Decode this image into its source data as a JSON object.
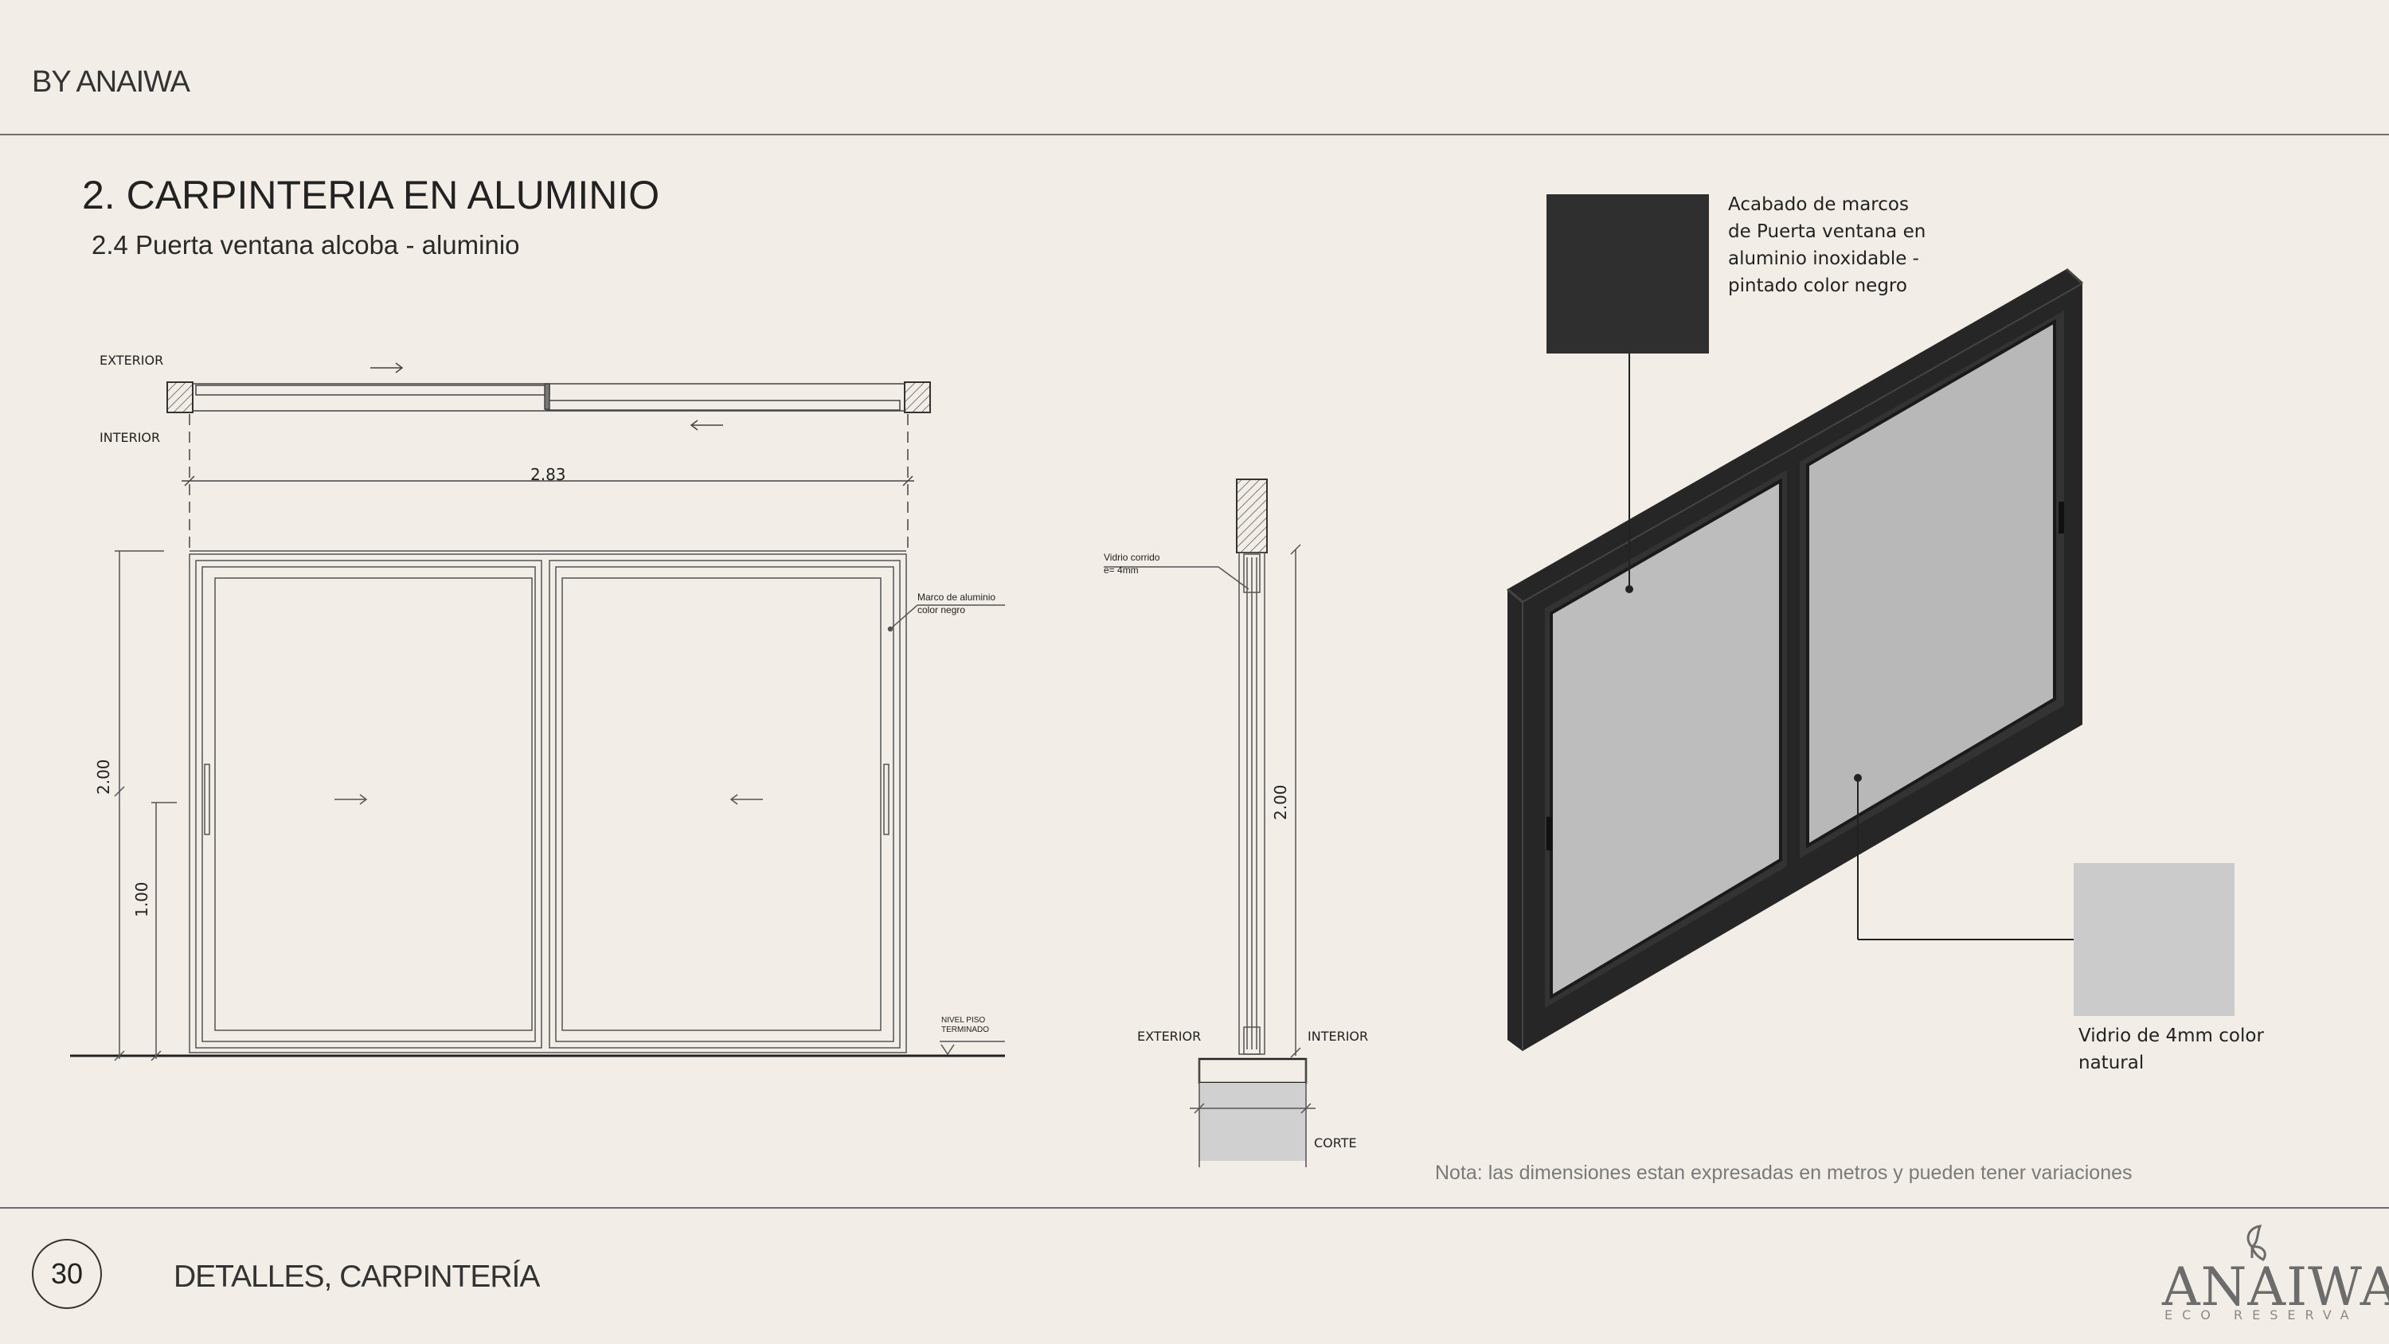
{
  "header": {
    "brand": "BY ANAIWA"
  },
  "section": {
    "title": "2. CARPINTERIA EN ALUMINIO",
    "subtitle": "2.4  Puerta ventana alcoba - aluminio"
  },
  "plan": {
    "exterior_label": "EXTERIOR",
    "interior_label": "INTERIOR",
    "width_dim": "2.83"
  },
  "elevation": {
    "height_dim": "2.00",
    "handle_dim": "1.00",
    "frame_note_line1": "Marco de aluminio",
    "frame_note_line2": "color negro",
    "floor_note_line1": "NIVEL PISO",
    "floor_note_line2": "TERMINADO"
  },
  "section_cut": {
    "glass_note_line1": "Vidrio corrido",
    "glass_note_line2": "e= 4mm",
    "height_dim": "2.00",
    "exterior_label": "EXTERIOR",
    "interior_label": "INTERIOR",
    "cut_label": "CORTE"
  },
  "materials": {
    "frame_finish": {
      "line1": "Acabado de marcos",
      "line2": "de Puerta ventana en",
      "line3": "aluminio inoxidable -",
      "line4": "pintado color negro",
      "color": "#2f2f2f"
    },
    "glass": {
      "line1": "Vidrio de 4mm color",
      "line2": "natural",
      "color": "#cbcbcb"
    }
  },
  "note": "Nota: las dimensiones estan expresadas en metros y pueden tener variaciones",
  "footer": {
    "page_number": "30",
    "title": "DETALLES, CARPINTERÍA",
    "logo": "ANAIWA",
    "logo_sub": "ECO RESERVA"
  }
}
